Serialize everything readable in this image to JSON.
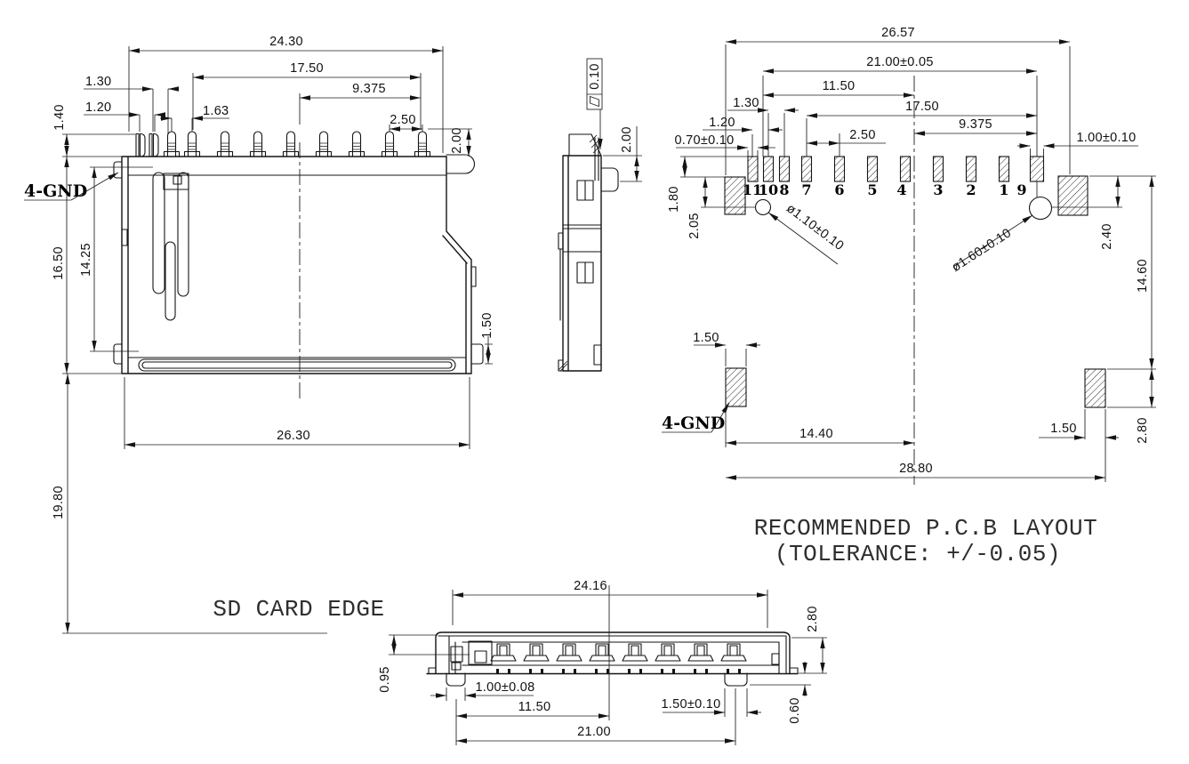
{
  "drawing": {
    "line_color": "#141414",
    "background": "#ffffff"
  },
  "front": {
    "gnd": "4-GND",
    "d24_30": "24.30",
    "d17_50": "17.50",
    "d9_375": "9.375",
    "d1_30": "1.30",
    "d1_20": "1.20",
    "d1_63": "1.63",
    "d2_50": "2.50",
    "d2_00": "2.00",
    "d1_40": "1.40",
    "d16_50": "16.50",
    "d14_25": "14.25",
    "d1_50": "1.50",
    "d26_30": "26.30",
    "d19_80": "19.80"
  },
  "side": {
    "flatness": "0.10",
    "d2_00": "2.00"
  },
  "pcb": {
    "title1": "RECOMMENDED P.C.B LAYOUT",
    "title2": "(TOLERANCE: +/-0.05)",
    "gnd": "4-GND",
    "pins": [
      "11",
      "10",
      "8",
      "7",
      "6",
      "5",
      "4",
      "3",
      "2",
      "1",
      "9"
    ],
    "d26_57": "26.57",
    "d21_00": "21.00±0.05",
    "d11_50": "11.50",
    "d17_50": "17.50",
    "d9_375": "9.375",
    "d1_30": "1.30",
    "d1_20": "1.20",
    "d0_70": "0.70±0.10",
    "d2_50": "2.50",
    "d1_00": "1.00±0.10",
    "d1_80": "1.80",
    "d2_05": "2.05",
    "hole1": "ø1.10±0.10",
    "hole2": "ø1.60±0.10",
    "d2_40": "2.40",
    "d14_60": "14.60",
    "d1_50bl": "1.50",
    "d14_40": "14.40",
    "d28_80": "28.80",
    "d1_50br": "1.50",
    "d2_80": "2.80"
  },
  "bottom": {
    "label": "SD CARD EDGE",
    "d24_16": "24.16",
    "d2_80": "2.80",
    "d0_60": "0.60",
    "d0_95": "0.95",
    "d1_00": "1.00±0.08",
    "d11_50": "11.50",
    "d1_50": "1.50±0.10",
    "d21_00": "21.00"
  }
}
